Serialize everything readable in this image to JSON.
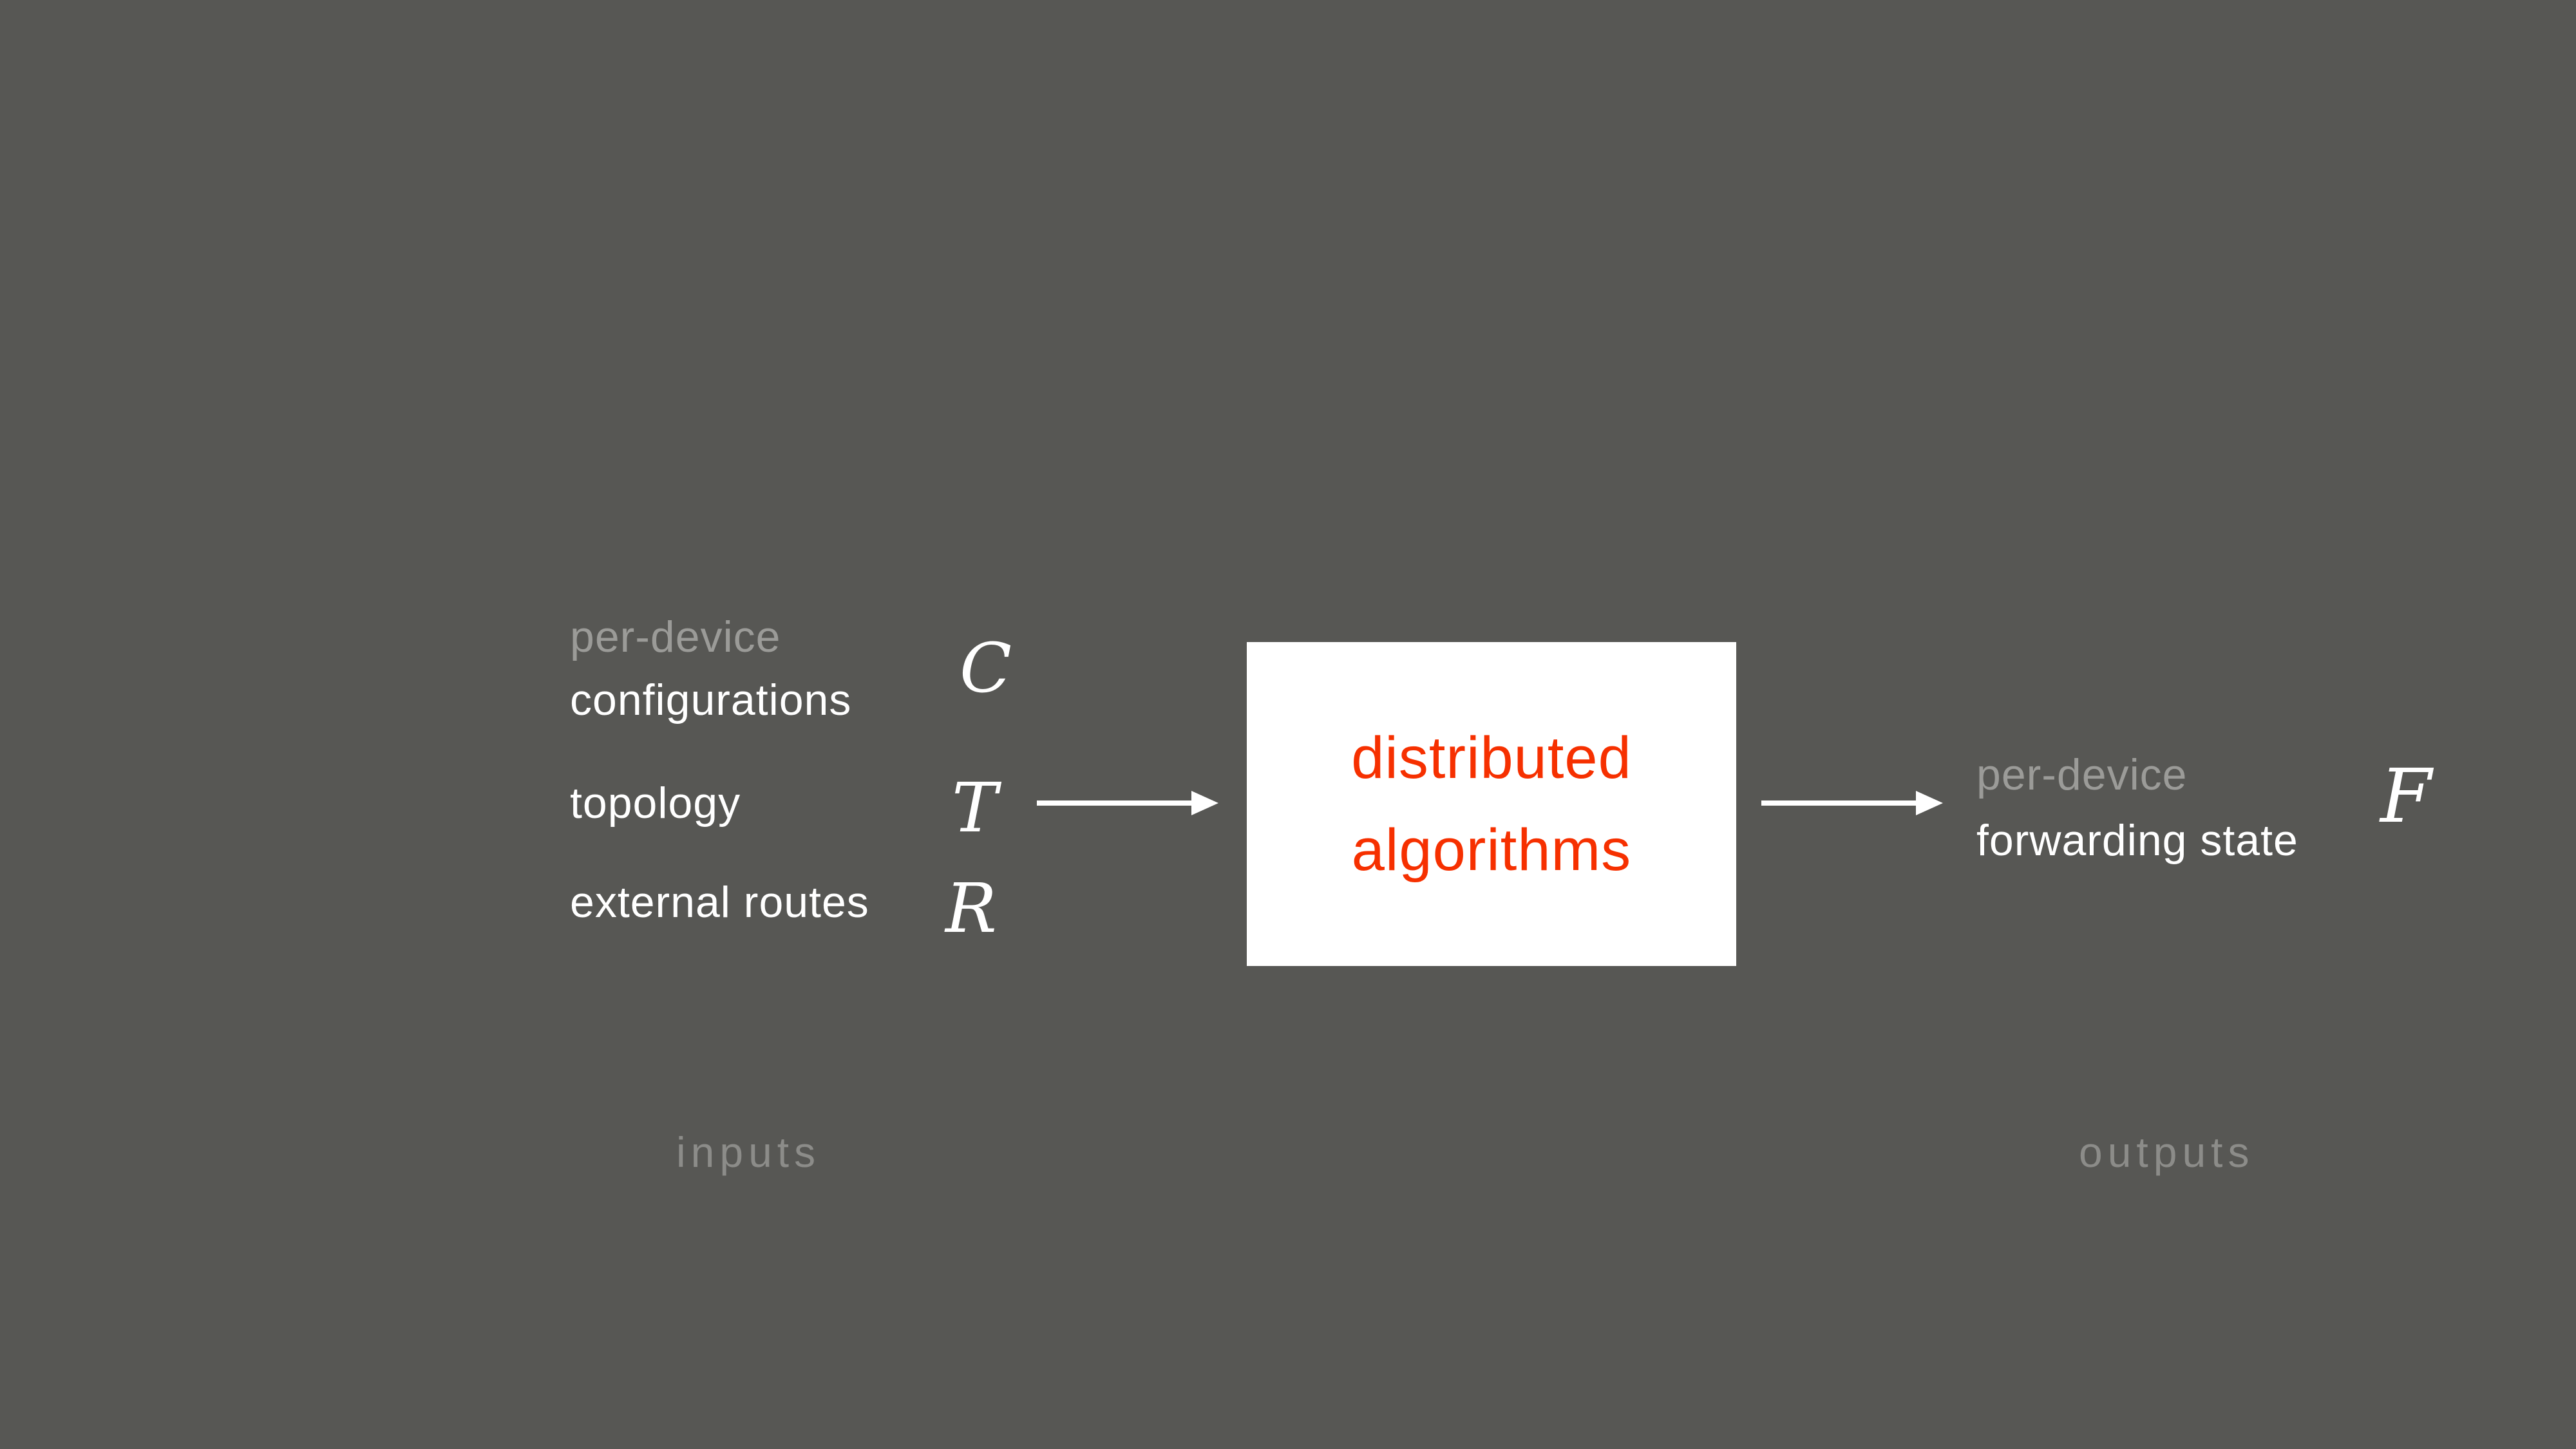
{
  "colors": {
    "background": "#575754",
    "white": "#ffffff",
    "muted": "#9b9b98",
    "caption": "#8c8c89",
    "red": "#f63000",
    "boxbg": "#ffffff"
  },
  "inputs": {
    "caption": "inputs",
    "items": [
      {
        "prefix": "per-device",
        "label": "configurations",
        "symbol": "C"
      },
      {
        "prefix": "",
        "label": "topology",
        "symbol": "T"
      },
      {
        "prefix": "",
        "label": "external routes",
        "symbol": "R"
      }
    ]
  },
  "process": {
    "line1": "distributed",
    "line2": "algorithms"
  },
  "outputs": {
    "caption": "outputs",
    "items": [
      {
        "prefix": "per-device",
        "label": "forwarding state",
        "symbol": "F"
      }
    ]
  }
}
